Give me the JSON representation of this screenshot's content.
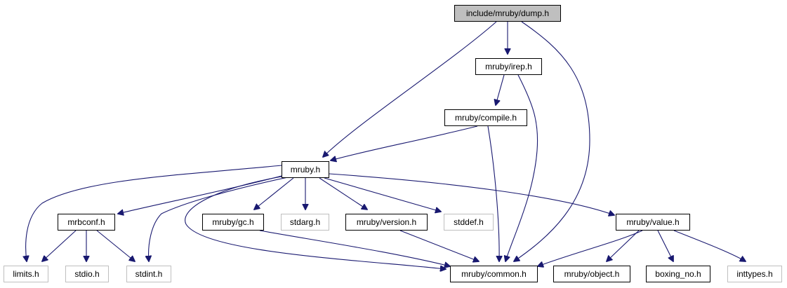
{
  "graph": {
    "edge_color": "#191970",
    "focus_node_fill": "#bfbfbf",
    "external_node_border": "#bfbfbf",
    "nodes": [
      {
        "id": "dump",
        "label": "include/mruby/dump.h",
        "kind": "focus"
      },
      {
        "id": "irep",
        "label": "mruby/irep.h",
        "kind": "documented"
      },
      {
        "id": "compile",
        "label": "mruby/compile.h",
        "kind": "documented"
      },
      {
        "id": "mruby",
        "label": "mruby.h",
        "kind": "documented"
      },
      {
        "id": "mrbconf",
        "label": "mrbconf.h",
        "kind": "documented"
      },
      {
        "id": "gc",
        "label": "mruby/gc.h",
        "kind": "documented"
      },
      {
        "id": "stdarg",
        "label": "stdarg.h",
        "kind": "external"
      },
      {
        "id": "version",
        "label": "mruby/version.h",
        "kind": "documented"
      },
      {
        "id": "stddef",
        "label": "stddef.h",
        "kind": "external"
      },
      {
        "id": "value",
        "label": "mruby/value.h",
        "kind": "documented"
      },
      {
        "id": "limits",
        "label": "limits.h",
        "kind": "external"
      },
      {
        "id": "stdio",
        "label": "stdio.h",
        "kind": "external"
      },
      {
        "id": "stdint",
        "label": "stdint.h",
        "kind": "external"
      },
      {
        "id": "common",
        "label": "mruby/common.h",
        "kind": "documented"
      },
      {
        "id": "object",
        "label": "mruby/object.h",
        "kind": "documented"
      },
      {
        "id": "boxing",
        "label": "boxing_no.h",
        "kind": "documented"
      },
      {
        "id": "inttypes",
        "label": "inttypes.h",
        "kind": "external"
      }
    ],
    "edges": [
      {
        "from": "dump",
        "to": "irep"
      },
      {
        "from": "dump",
        "to": "mruby"
      },
      {
        "from": "dump",
        "to": "common"
      },
      {
        "from": "irep",
        "to": "compile"
      },
      {
        "from": "irep",
        "to": "common"
      },
      {
        "from": "compile",
        "to": "mruby"
      },
      {
        "from": "compile",
        "to": "common"
      },
      {
        "from": "mruby",
        "to": "limits"
      },
      {
        "from": "mruby",
        "to": "mrbconf"
      },
      {
        "from": "mruby",
        "to": "stdint"
      },
      {
        "from": "mruby",
        "to": "common"
      },
      {
        "from": "mruby",
        "to": "gc"
      },
      {
        "from": "mruby",
        "to": "stdarg"
      },
      {
        "from": "mruby",
        "to": "version"
      },
      {
        "from": "mruby",
        "to": "stddef"
      },
      {
        "from": "mruby",
        "to": "value"
      },
      {
        "from": "mrbconf",
        "to": "limits"
      },
      {
        "from": "mrbconf",
        "to": "stdio"
      },
      {
        "from": "mrbconf",
        "to": "stdint"
      },
      {
        "from": "gc",
        "to": "common"
      },
      {
        "from": "version",
        "to": "common"
      },
      {
        "from": "value",
        "to": "common"
      },
      {
        "from": "value",
        "to": "object"
      },
      {
        "from": "value",
        "to": "boxing"
      },
      {
        "from": "value",
        "to": "inttypes"
      }
    ]
  }
}
